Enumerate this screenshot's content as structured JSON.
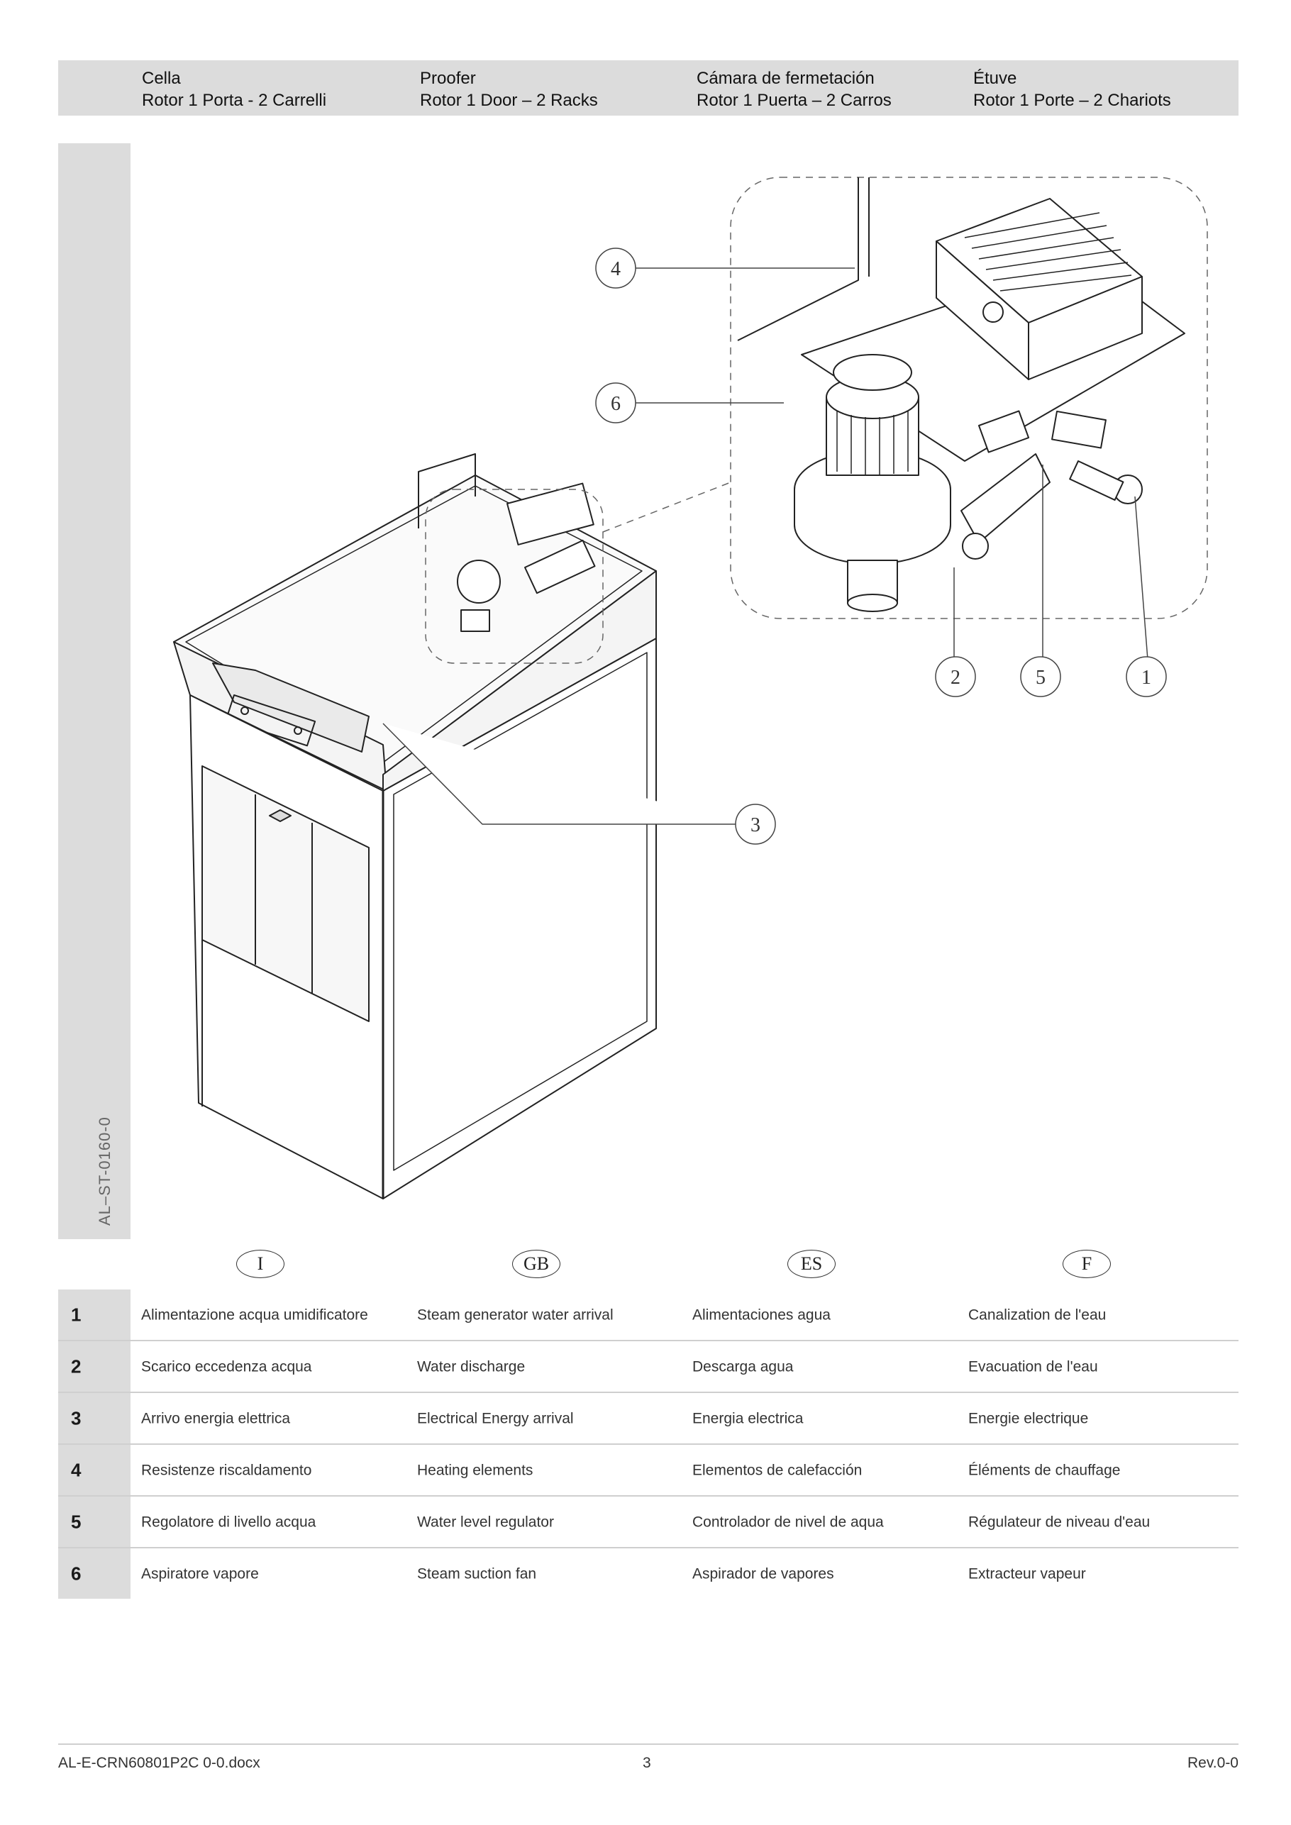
{
  "header": {
    "columns": [
      {
        "title": "Cella",
        "subtitle": "Rotor 1 Porta - 2 Carrelli"
      },
      {
        "title": "Proofer",
        "subtitle": "Rotor 1 Door – 2 Racks"
      },
      {
        "title": "Cámara de fermetación",
        "subtitle": "Rotor 1 Puerta – 2 Carros"
      },
      {
        "title": "Étuve",
        "subtitle": "Rotor 1 Porte – 2 Chariots"
      }
    ]
  },
  "side_code": "AL–ST-0160-0",
  "callouts": [
    "1",
    "2",
    "3",
    "4",
    "5",
    "6"
  ],
  "languages": [
    "I",
    "GB",
    "ES",
    "F"
  ],
  "legend": [
    {
      "num": "1",
      "it": "Alimentazione acqua umidificatore",
      "en": "Steam generator water arrival",
      "es": "Alimentaciones agua",
      "fr": "Canalization de l'eau"
    },
    {
      "num": "2",
      "it": "Scarico eccedenza acqua",
      "en": "Water discharge",
      "es": "Descarga agua",
      "fr": "Evacuation de l'eau"
    },
    {
      "num": "3",
      "it": "Arrivo energia elettrica",
      "en": "Electrical Energy arrival",
      "es": "Energia electrica",
      "fr": "Energie electrique"
    },
    {
      "num": "4",
      "it": "Resistenze riscaldamento",
      "en": "Heating elements",
      "es": "Elementos de calefacción",
      "fr": "Éléments de chauffage"
    },
    {
      "num": "5",
      "it": "Regolatore di livello acqua",
      "en": "Water level regulator",
      "es": "Controlador de nivel de aqua",
      "fr": "Régulateur de niveau d'eau"
    },
    {
      "num": "6",
      "it": "Aspiratore vapore",
      "en": "Steam suction fan",
      "es": "Aspirador de vapores",
      "fr": "Extracteur vapeur"
    }
  ],
  "footer": {
    "filename": "AL-E-CRN60801P2C 0-0.docx",
    "page": "3",
    "revision": "Rev.0-0"
  }
}
